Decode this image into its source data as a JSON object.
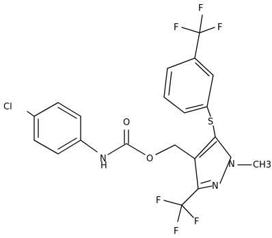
{
  "molecule": {
    "atoms": {
      "cl": "Cl",
      "n_carbamate": "N",
      "h_carbamate": "H",
      "o_carbonyl": "O",
      "o_ester": "O",
      "s_thioether": "S",
      "n1_pyrazole": "N",
      "n2_pyrazole": "N",
      "methyl": "CH3",
      "f_top_a": "F",
      "f_top_b": "F",
      "f_top_c": "F",
      "f_bottom_a": "F",
      "f_bottom_b": "F",
      "f_bottom_c": "F"
    }
  },
  "colors": {
    "bond": "#000000",
    "background": "#ffffff"
  }
}
